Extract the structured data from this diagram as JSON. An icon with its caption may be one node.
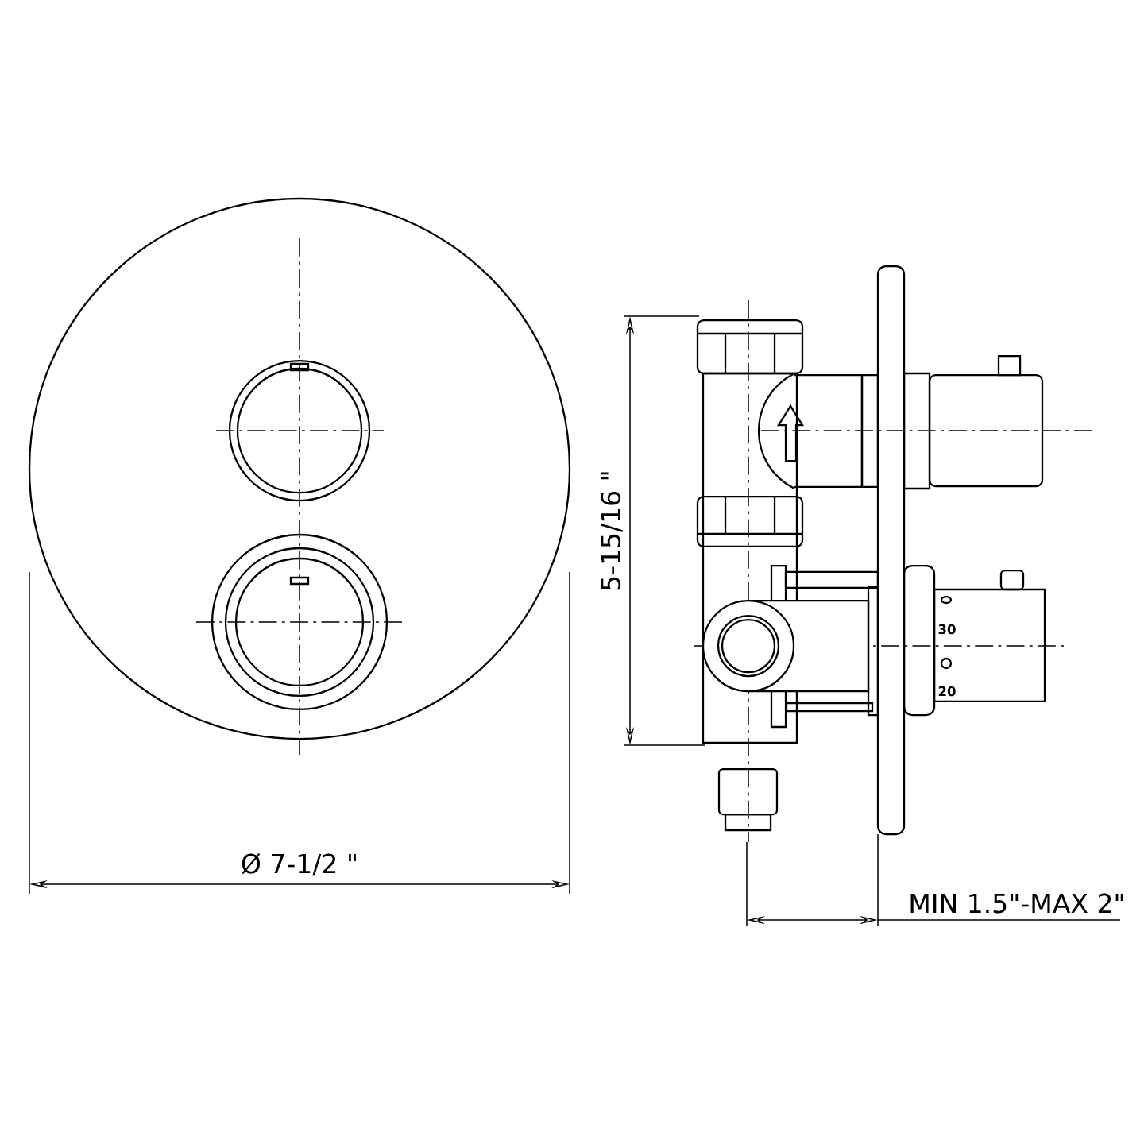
{
  "diagram": {
    "labels": [
      "5-15/16 \"",
      "30",
      "20",
      "Ø 7-1/2 \"",
      "MIN  1.5\"-MAX  2\""
    ]
  }
}
